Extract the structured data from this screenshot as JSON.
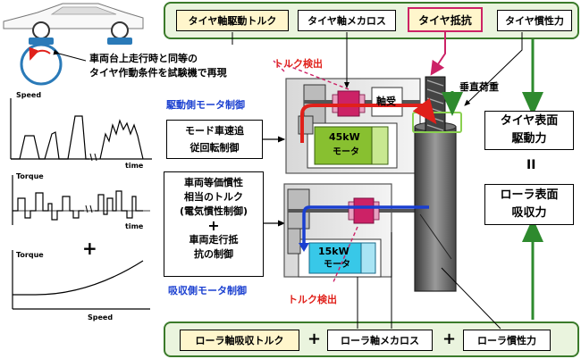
{
  "top_row": {
    "drive_torque": "タイヤ軸駆動トルク",
    "tire_axle_loss": "タイヤ軸メカロス",
    "tire_resistance": "タイヤ抵抗",
    "tire_inertia": "タイヤ慣性力"
  },
  "bottom_row": {
    "roller_absorb_torque": "ローラ軸吸収トルク",
    "plus1": "+",
    "roller_axle_loss": "ローラ軸メカロス",
    "plus2": "+",
    "roller_inertia": "ローラ慣性力"
  },
  "car_note": {
    "line1": "車両台上走行時と同等の",
    "line2": "タイヤ作動条件を試験機で再現"
  },
  "torque_detect_top": "トルク検出",
  "torque_detect_bottom": "トルク検出",
  "drive_motor_control": "駆動側モータ制御",
  "absorb_motor_control": "吸収側モータ制御",
  "mode_box": {
    "line1": "モード車速追",
    "line2": "従回転制御"
  },
  "inertia_block": {
    "line1": "車両等価慣性",
    "line2": "相当のトルク",
    "line3": "(電気慣性制御)",
    "plus": "+",
    "line4": "車両走行抵",
    "line5": "抗の制御"
  },
  "motor_45": {
    "power": "45kW",
    "name": "モータ"
  },
  "motor_15": {
    "power": "15kW",
    "name": "モータ"
  },
  "bearing": "軸受",
  "vertical_load": "垂直荷重",
  "tire_surface_box": {
    "line1": "タイヤ表面",
    "line2": "駆動力"
  },
  "equal_sign": "II",
  "roller_surface_box": {
    "line1": "ローラ表面",
    "line2": "吸収力"
  },
  "charts": {
    "speed_top": {
      "ylabel": "Speed",
      "xlabel": "time"
    },
    "torque_mid": {
      "ylabel": "Torque",
      "xlabel": "time"
    },
    "plus": "+",
    "torque_bottom": {
      "ylabel": "Torque",
      "xlabel": "Speed"
    }
  },
  "colors": {
    "frame_green": "#3a7a2a",
    "frame_fill": "#eaf4de",
    "highlight_box": "#fff6cc",
    "tire_resistance_border": "#cc2266",
    "arrow_red": "#e0201a",
    "arrow_blue": "#1a3fd0",
    "connector_pink": "#cc2266",
    "motor_green": "#88c030",
    "motor_cyan": "#38c8e8"
  }
}
